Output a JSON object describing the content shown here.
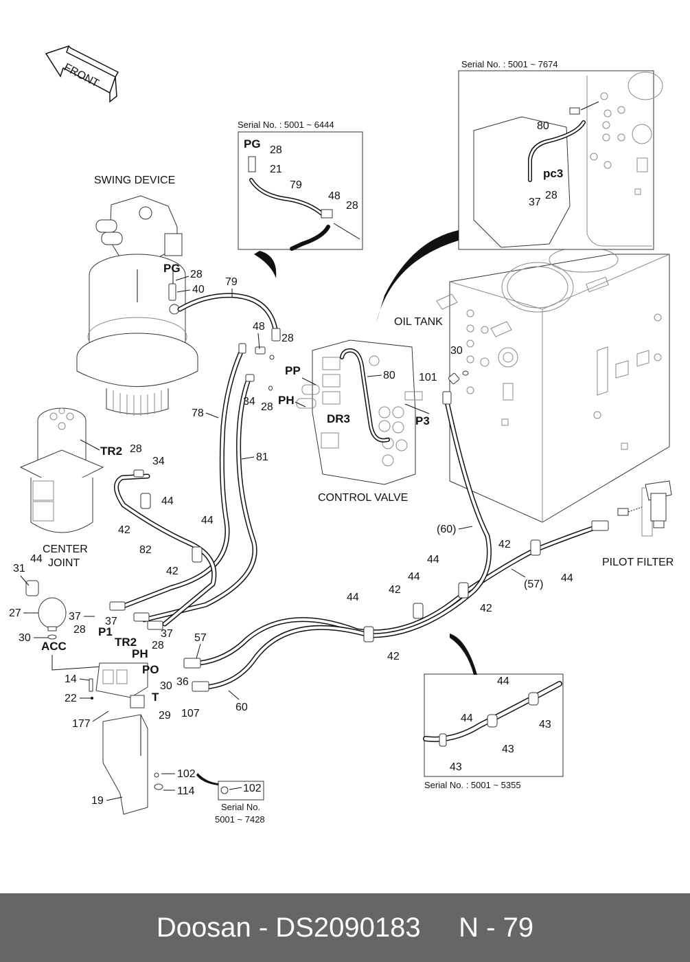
{
  "direction_marker": {
    "label": "FRONT",
    "icon": "front-arrow-icon"
  },
  "components": {
    "swing_device": "SWING DEVICE",
    "center_joint_line1": "CENTER",
    "center_joint_line2": "JOINT",
    "control_valve": "CONTROL VALVE",
    "oil_tank": "OIL TANK",
    "pilot_filter": "PILOT FILTER"
  },
  "ports": {
    "pg_main": "PG",
    "pg_inset": "PG",
    "pp": "PP",
    "ph_valve": "PH",
    "dr3": "DR3",
    "p3": "P3",
    "tr2_joint": "TR2",
    "pc3": "pc3",
    "p1": "P1",
    "tr2_block": "TR2",
    "ph_block": "PH",
    "po": "PO",
    "t": "T",
    "acc": "ACC"
  },
  "insets": [
    {
      "id": "inset-pg",
      "serial": "Serial No.  : 5001 ~ 6444",
      "parts": [
        "28",
        "21",
        "79",
        "48",
        "28"
      ]
    },
    {
      "id": "inset-pc3",
      "serial": "Serial No. : 5001 ~ 7674",
      "parts": [
        "80",
        "37",
        "28"
      ]
    },
    {
      "id": "inset-clamp",
      "serial": "Serial No. : 5001 ~ 5355",
      "parts": [
        "44",
        "44",
        "43",
        "43",
        "43"
      ]
    },
    {
      "id": "inset-bolt",
      "serial_line1": "Serial No.",
      "serial_line2": "5001 ~ 7428",
      "parts": [
        "102"
      ]
    }
  ],
  "part_labels": {
    "swing_28": "28",
    "swing_40": "40",
    "hose_79": "79",
    "tee_48": "48",
    "tee_28": "28",
    "pp_34": "34",
    "ph_28": "28",
    "hose_78": "78",
    "hose_81": "81",
    "hose_80": "80",
    "fit_101": "101",
    "tank_30": "30",
    "tr2_28": "28",
    "tr2_34": "34",
    "clamp_44a": "44",
    "clamp_42a": "42",
    "hose_82": "82",
    "clamp_44b": "44",
    "clamp_42b": "42",
    "acc_44": "44",
    "acc_31": "31",
    "acc_27": "27",
    "acc_30": "30",
    "p1_37": "37",
    "p1_28": "28",
    "tr2b_37": "37",
    "ph_37": "37",
    "ph_28b": "28",
    "hose_57": "57",
    "po_30": "30",
    "po_36": "36",
    "t_29": "29",
    "t_107": "107",
    "hose_60": "60",
    "blk_14": "14",
    "blk_22": "22",
    "blk_177": "177",
    "brk_102": "102",
    "brk_114": "114",
    "brk_19": "19",
    "hose_60p": "(60)",
    "hose_57p": "(57)",
    "c42_1": "42",
    "c44_1": "44",
    "c42_2": "42",
    "c44_2": "44",
    "c42_3": "42",
    "c44_3": "44",
    "c42_4": "42",
    "c44_4": "44"
  },
  "footer": {
    "text": "Doosan - DS2090183     N - 79",
    "brand": "Doosan",
    "part_number": "DS2090183",
    "page": "N - 79"
  }
}
